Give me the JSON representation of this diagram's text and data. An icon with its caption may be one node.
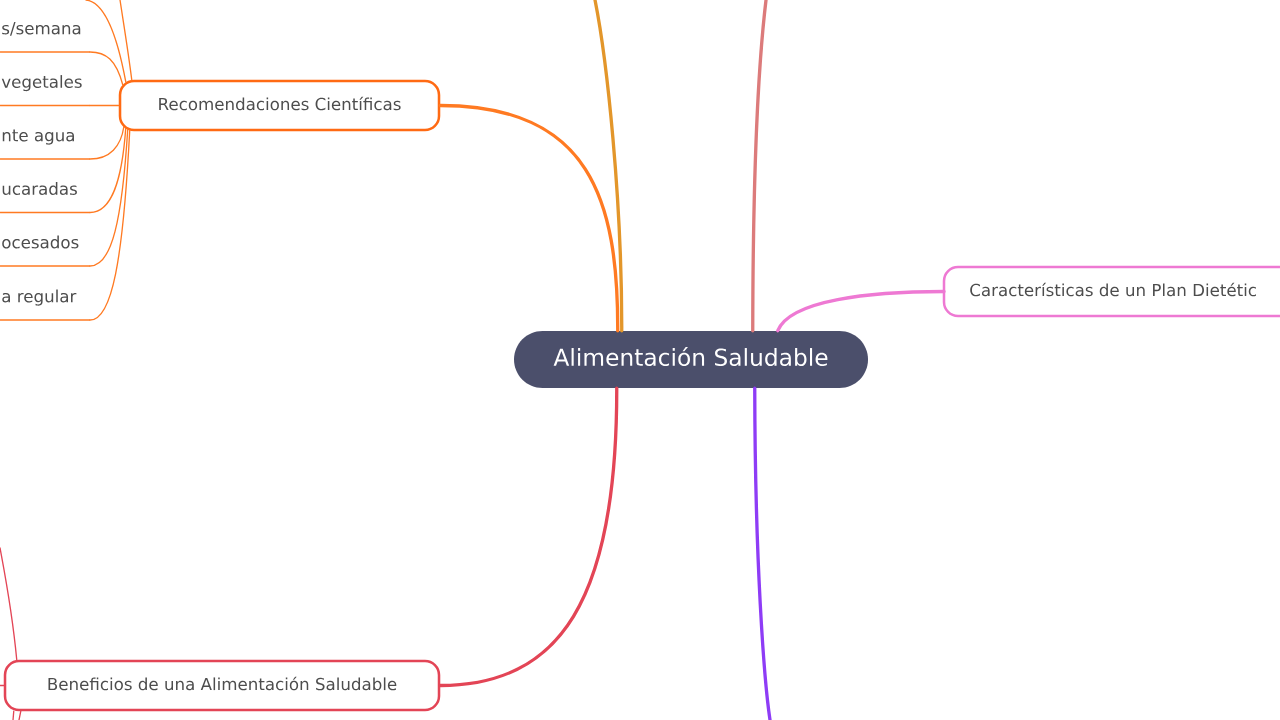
{
  "diagram": {
    "nodes": [
      {
        "text": [
          "Alimentación Saludable"
        ]
      },
      {
        "text": [
          "Recomendaciones Científicas"
        ]
      },
      {
        "text": [
          "s/semana"
        ]
      },
      {
        "text": [
          "vegetales"
        ]
      },
      {
        "text": [
          "nte agua"
        ]
      },
      {
        "text": [
          "ucaradas"
        ]
      },
      {
        "text": [
          "ocesados"
        ]
      },
      {
        "text": [
          "a regular"
        ]
      },
      {
        "text": [
          "Características de un Plan Dietétic"
        ]
      },
      {
        "text": [
          "Beneficios de una Alimentación Saludable"
        ]
      }
    ],
    "edges": [
      {
        "from": 0,
        "to": 1,
        "arrow": "none",
        "style": "thick"
      },
      {
        "from": 0,
        "to": null,
        "arrow": "none",
        "style": "thick",
        "color": "#e3962a"
      },
      {
        "from": 0,
        "to": null,
        "arrow": "none",
        "style": "thick",
        "color": "#dc7b7b"
      },
      {
        "from": 0,
        "to": 8,
        "arrow": "none",
        "style": "thick",
        "color": "#ee79d3"
      },
      {
        "from": 0,
        "to": 9,
        "arrow": "none",
        "style": "thick",
        "color": "#e34556"
      },
      {
        "from": 0,
        "to": null,
        "arrow": "none",
        "style": "thick",
        "color": "#8e3cf6"
      },
      {
        "from": 1,
        "to": null,
        "arrow": "none"
      },
      {
        "from": 1,
        "to": null,
        "arrow": "none"
      },
      {
        "from": 1,
        "to": 2,
        "arrow": "none"
      },
      {
        "from": 1,
        "to": 3,
        "arrow": "none"
      },
      {
        "from": 1,
        "to": 4,
        "arrow": "none"
      },
      {
        "from": 1,
        "to": 5,
        "arrow": "none"
      },
      {
        "from": 1,
        "to": 6,
        "arrow": "none"
      },
      {
        "from": 1,
        "to": 7,
        "arrow": "none"
      },
      {
        "from": 9,
        "to": null,
        "arrow": "none",
        "color": "#e34556"
      },
      {
        "from": 9,
        "to": null,
        "arrow": "none",
        "color": "#e34556"
      },
      {
        "from": 9,
        "to": null,
        "arrow": "none",
        "color": "#e34556"
      },
      {
        "from": 9,
        "to": null,
        "arrow": "none",
        "color": "#e34556"
      }
    ]
  }
}
